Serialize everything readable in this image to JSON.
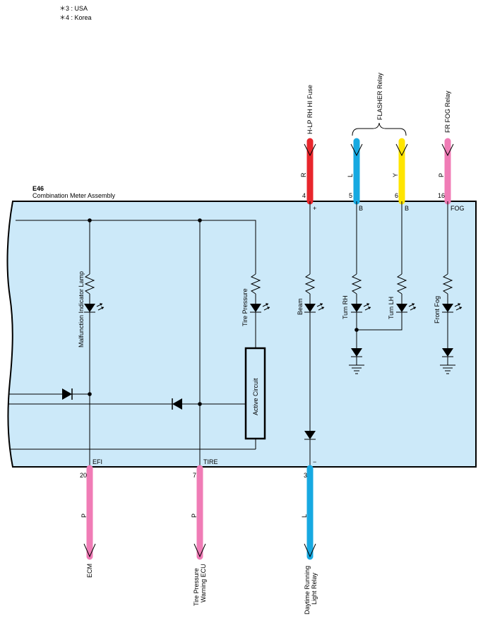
{
  "notes": [
    "＊3 : USA",
    "＊4 : Korea"
  ],
  "component": {
    "code": "E46",
    "name": "Combination Meter Assembly"
  },
  "flasher_relay": "FLASHER Relay",
  "top_connectors": [
    {
      "dest": "H-LP RH HI Fuse",
      "wire": "R",
      "pin": "4",
      "terminal": "+",
      "color": "#e8262c"
    },
    {
      "dest": "",
      "wire": "L",
      "pin": "5",
      "terminal": "B",
      "color": "#17a9e1"
    },
    {
      "dest": "",
      "wire": "Y",
      "pin": "6",
      "terminal": "B",
      "color": "#ffe500"
    },
    {
      "dest": "FR FOG Relay",
      "wire": "P",
      "pin": "16",
      "terminal": "FOG",
      "color": "#f07cb6"
    }
  ],
  "bottom_connectors": [
    {
      "pin": "20",
      "terminal": "EFI",
      "wire": "P",
      "dest_lines": [
        "ECM"
      ],
      "color": "#f07cb6"
    },
    {
      "pin": "7",
      "terminal": "TIRE",
      "wire": "P",
      "dest_lines": [
        "Tire Pressure",
        "Warning ECU"
      ],
      "color": "#f07cb6"
    },
    {
      "pin": "3",
      "terminal": "−",
      "wire": "L",
      "dest_lines": [
        "Daytime Running",
        "Light Relay"
      ],
      "color": "#17a9e1"
    }
  ],
  "lamps": {
    "mil": "Malfunction Indicator Lamp",
    "tire": "Tire Pressure",
    "beam": "Beam",
    "turn_rh": "Turn RH",
    "turn_lh": "Turn LH",
    "front_fog": "Front Fog"
  },
  "active_circuit": "Active Circuit",
  "colors": {
    "meter_fill": "#cce9f9"
  }
}
